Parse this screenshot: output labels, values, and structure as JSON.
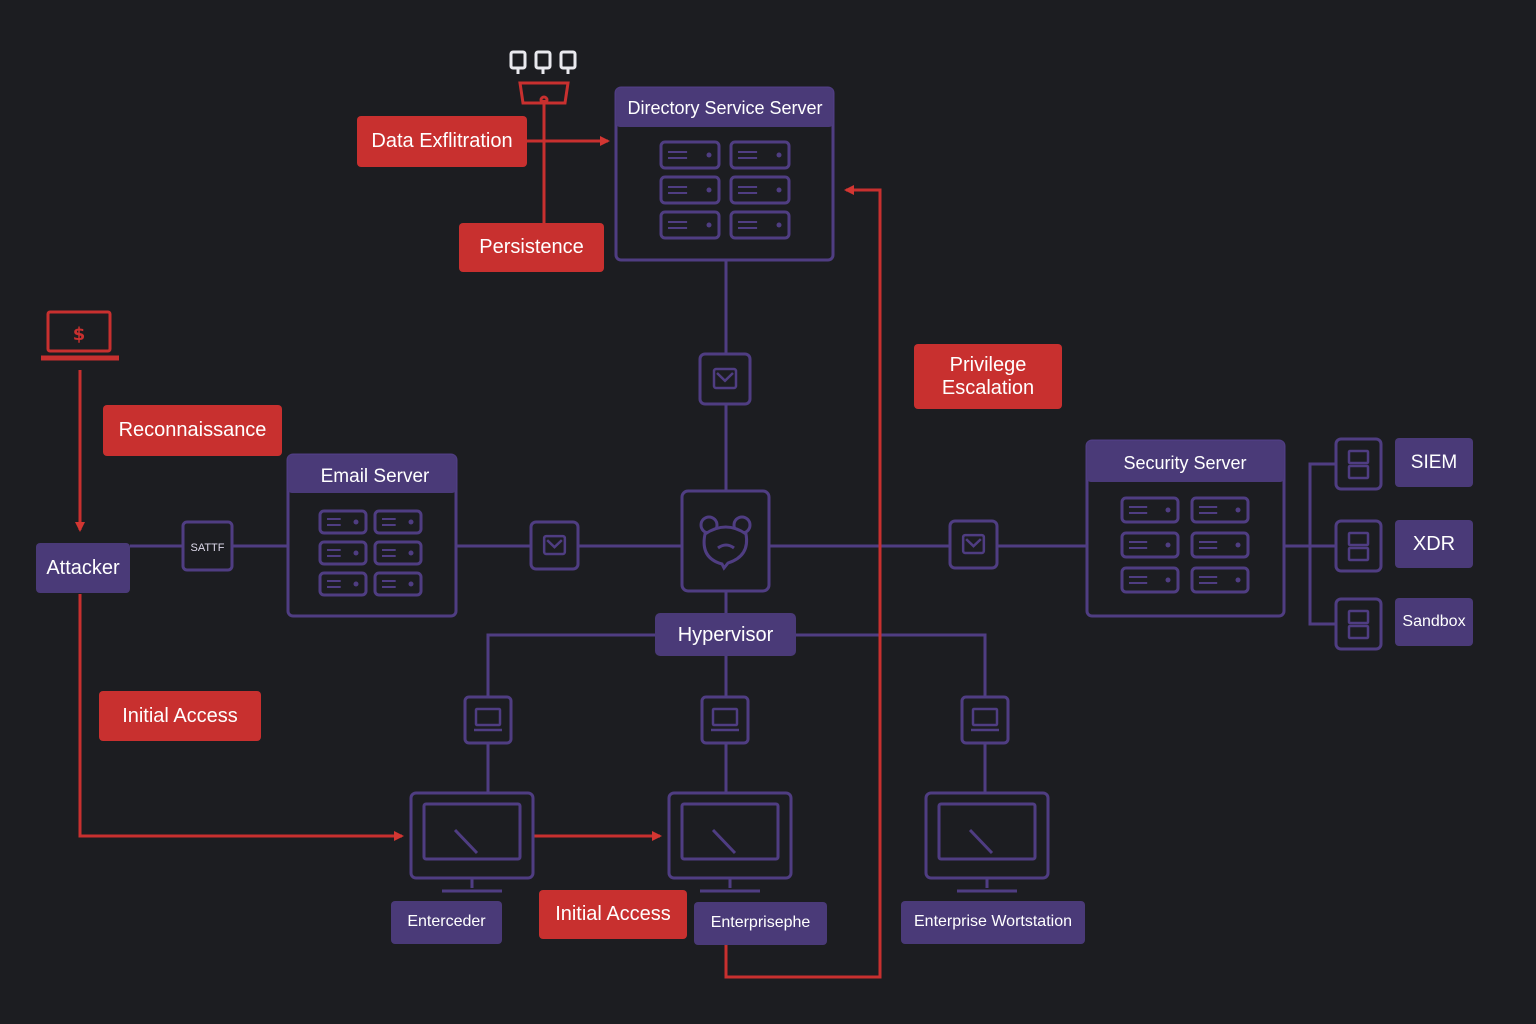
{
  "colors": {
    "background": "#1c1d21",
    "purple_line": "#4f3d82",
    "purple_fill": "#4a3a78",
    "red_accent": "#c8302f"
  },
  "servers": {
    "directory": "Directory Service Server",
    "email": "Email Server",
    "security": "Security Server"
  },
  "nodes": {
    "attacker": "Attacker",
    "smtp_box": "SATTF",
    "hypervisor": "Hypervisor",
    "siem": "SIEM",
    "xdr": "XDR",
    "sandbox": "Sandbox",
    "ws1": "Enterceder",
    "ws2": "Enterprisephe",
    "ws3": "Enterprise Wortstation",
    "attacker_laptop_glyph": "$"
  },
  "stages": {
    "data_exfiltration": "Data Exflitration",
    "persistence": "Persistence",
    "reconnaissance": "Reconnaissance",
    "privilege_escalation_line1": "Privilege",
    "privilege_escalation_line2": "Escalation",
    "initial_access_left": "Initial Access",
    "initial_access_bottom": "Initial Access"
  },
  "icons": [
    "laptop-icon",
    "server-rack-icon",
    "mail-icon",
    "bear-icon",
    "monitor-icon",
    "usb-devices-icon"
  ]
}
